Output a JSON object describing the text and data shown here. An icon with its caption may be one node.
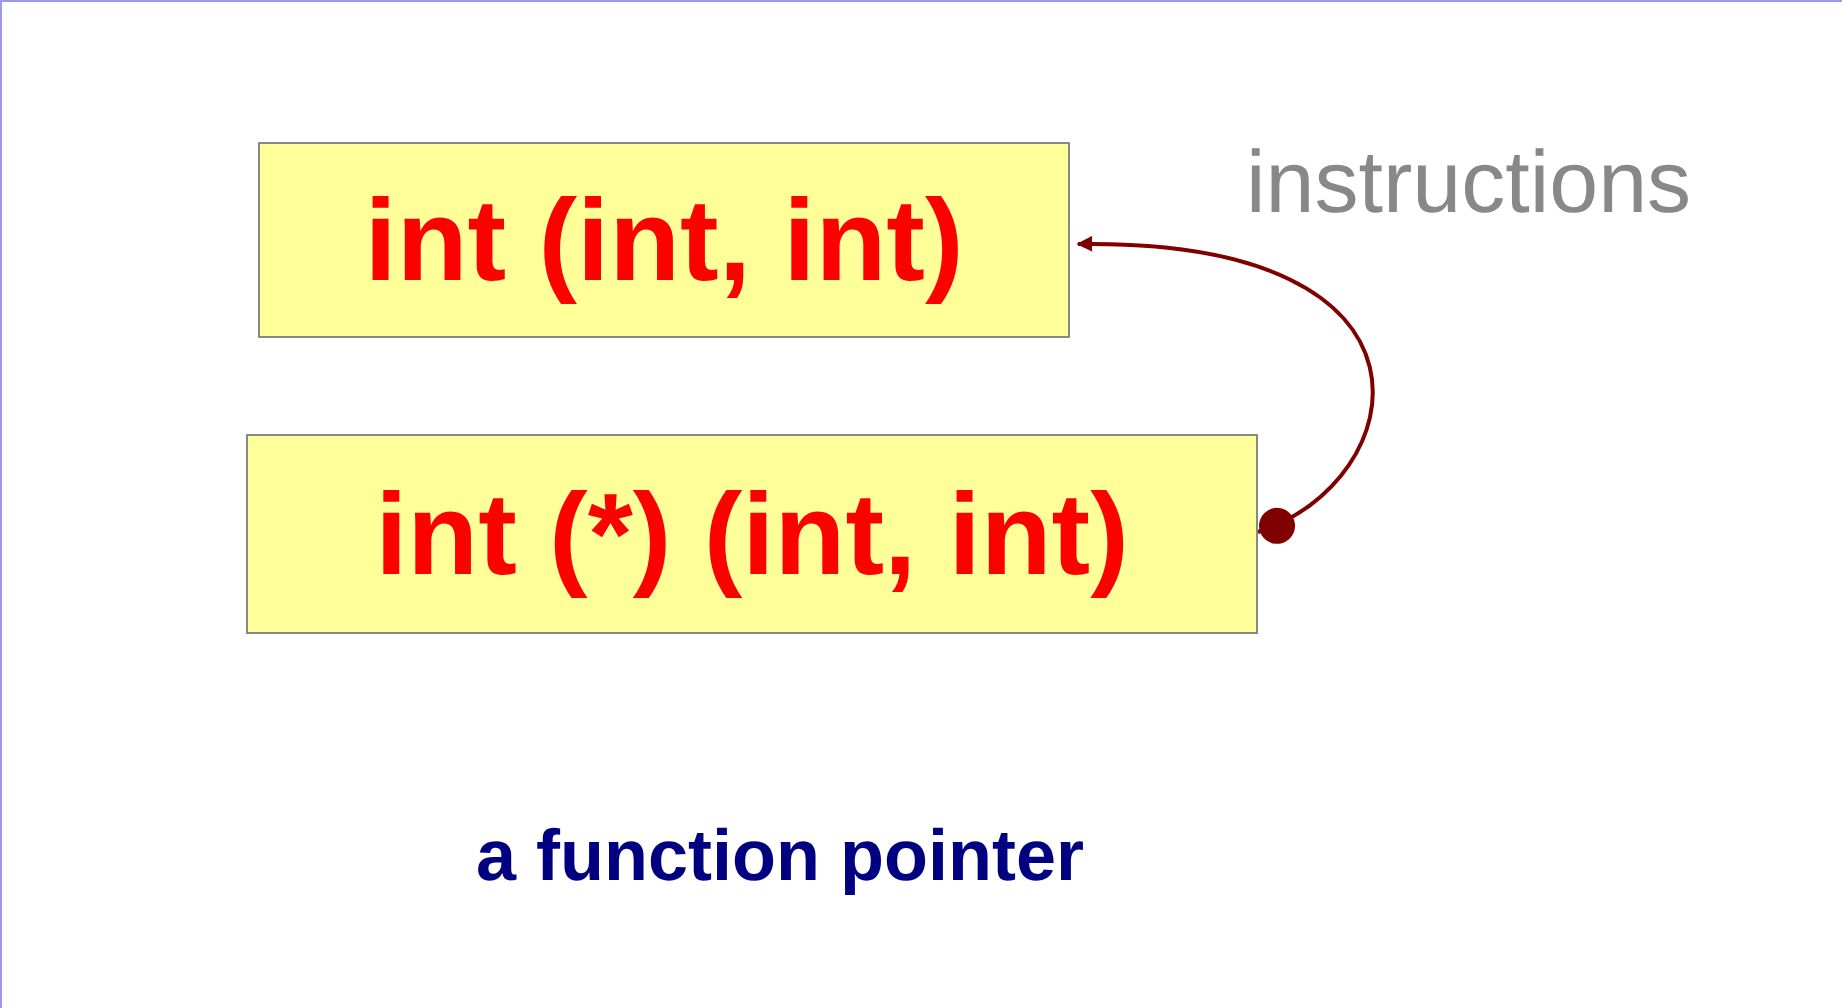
{
  "diagram": {
    "caption": "a function pointer",
    "nodes": [
      {
        "text": [
          "int (int, int)"
        ]
      },
      {
        "text": [
          "int (*) (int, int)"
        ]
      }
    ],
    "edges": [
      {
        "from": 1,
        "to": 0,
        "arrow": "to",
        "color": "#800000"
      }
    ],
    "labels": [
      "instructions"
    ]
  }
}
